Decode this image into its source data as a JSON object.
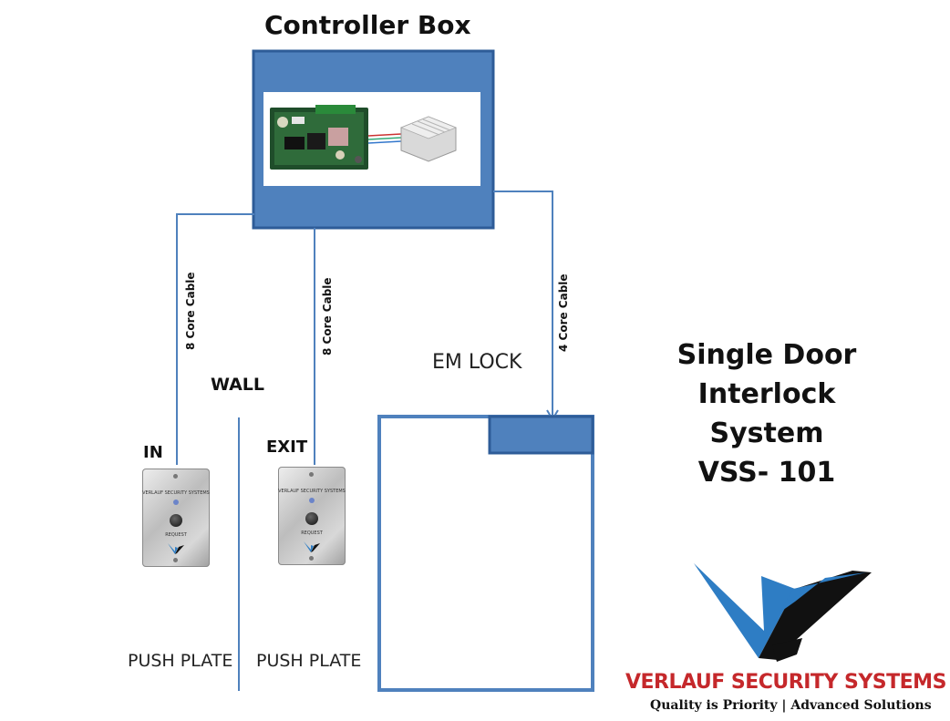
{
  "diagram": {
    "title": "Controller Box",
    "cable_in": "8 Core Cable",
    "cable_exit": "8 Core Cable",
    "cable_lock": "4 Core Cable",
    "em_lock": "EM LOCK",
    "wall": "WALL",
    "in_label": "IN",
    "exit_label": "EXIT",
    "push_plate_in": "PUSH PLATE",
    "push_plate_exit": "PUSH PLATE",
    "system_title_line1": "Single Door",
    "system_title_line2": "Interlock System",
    "system_title_line3": "VSS- 101"
  },
  "plate": {
    "brand_text": "VERLAUF SECURITY SYSTEMS",
    "request_label": "REQUEST"
  },
  "brand": {
    "name": "VERLAUF SECURITY SYSTEMS",
    "tagline": "Quality is Priority | Advanced Solutions",
    "colors": {
      "blue": "#2E7DC4",
      "black": "#111111",
      "red": "#C5282B"
    }
  },
  "colors": {
    "box_fill": "#4F81BD",
    "box_border": "#2E5C98",
    "wire": "#4F81BD"
  }
}
